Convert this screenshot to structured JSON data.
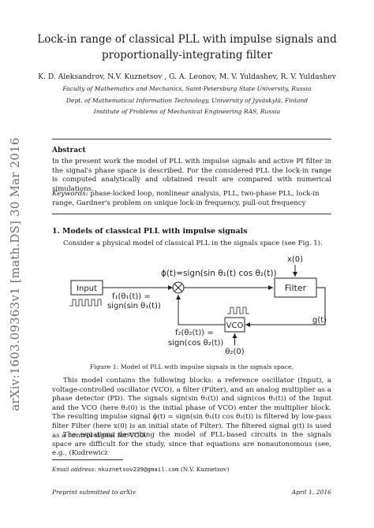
{
  "sidebar": {
    "arxiv_id": "arXiv:1603.09363v1  [math.DS]  30 Mar 2016"
  },
  "header": {
    "title_line1": "Lock-in range of classical PLL with impulse signals and",
    "title_line2": "proportionally-integrating filter",
    "authors": "K. D. Aleksandrov, N.V. Kuznetsov , G. A. Leonov, M. V. Yuldashev, R. V. Yuldashev",
    "affiliations": [
      "Faculty of Mathematics and Mechanics, Saint-Petersburg State University, Russia",
      "Dept. of Mathematical Information Technology, University of Jyväskylä, Finland",
      "Institute of Problems of Mechanical Engineering RAS, Russia"
    ]
  },
  "abstract": {
    "heading": "Abstract",
    "text": "In the present work the model of PLL with impulse signals and active PI filter in the signal's phase space is described. For the considered PLL the lock-in range is computed analytically and obtained result are compared with numerical simulations.",
    "keywords_label": "Keywords:",
    "keywords": "phase-locked loop, nonlinear analysis, PLL, two-phase PLL, lock-in range, Gardner's problem on unique lock-in frequency, pull-out frequency"
  },
  "section1": {
    "heading": "1.  Models of classical PLL with impulse signals",
    "intro": "Consider a physical model of classical PLL in the signals space (see Fig. 1)."
  },
  "figure": {
    "input_label": "Input",
    "filter_label": "Filter",
    "vco_label": "VCO",
    "x0_label": "x(0)",
    "theta20_label": "θ₂(0)",
    "gt_label": "g(t)",
    "phi_label": "ϕ(t)=sign(sin θ₁(t) cos θ₂(t))",
    "f1_label_line1": "f₁(θ₁(t)) =",
    "f1_label_line2": "sign(sin θ₁(t))",
    "f2_label_line1": "f₂(θ₂(t)) =",
    "f2_label_line2": "sign(cos θ₂(t))",
    "caption": "Figure 1: Model of PLL with impulse signals in the signals space."
  },
  "body": {
    "para1": "This model contains the following blocks: a reference oscillator (Input), a voltage-controlled oscillator (VCO), a filter (Filter), and an analog multiplier as a phase detector (PD). The signals sign(sin θ₁(t)) and sign(cos θ₂(t)) of the Input and the VCO (here θ₂(0) is the initial phase of VCO) enter the multiplier block. The resulting impulse signal ϕ(t) = sign(sin θ₁(t) cos θ₂(t)) is filtered by low-pass filter Filter (here x(0) is an initial state of Filter). The filtered signal g(t) is used as a control signal for VCO.",
    "para2": "The equations describing the model of PLL-based circuits in the signals space are difficult for the study, since that equations are nonautonomous (see, e.g., (Kudrewicz"
  },
  "footnote": {
    "label": "Email address:",
    "email": "nkuznetsov239@gmail.com",
    "owner": "(N.V. Kuznetsov)"
  },
  "footer": {
    "left": "Preprint submitted to arXiv",
    "right": "April 1, 2016"
  }
}
